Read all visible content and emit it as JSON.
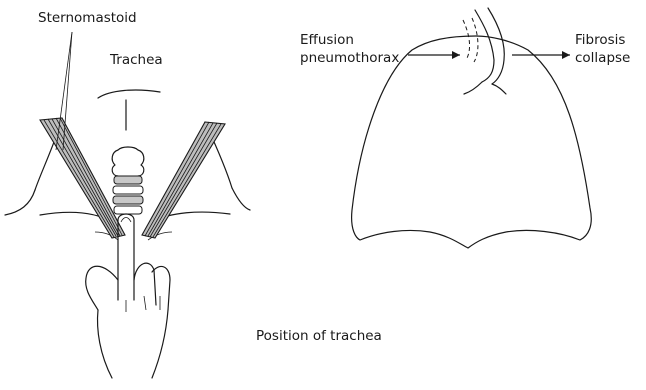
{
  "figure": {
    "left_panel": {
      "labels": {
        "sternomastoid": "Sternomastoid",
        "trachea": "Trachea"
      }
    },
    "right_panel": {
      "labels": {
        "effusion_line1": "Effusion",
        "effusion_line2": "pneumothorax",
        "fibrosis_line1": "Fibrosis",
        "fibrosis_line2": "collapse"
      }
    },
    "caption": "Position of trachea"
  },
  "colors": {
    "ink": "#1a1a1a",
    "muscle_fill": "#bdbdbd",
    "cartilage_fill": "#c8c8c8"
  }
}
